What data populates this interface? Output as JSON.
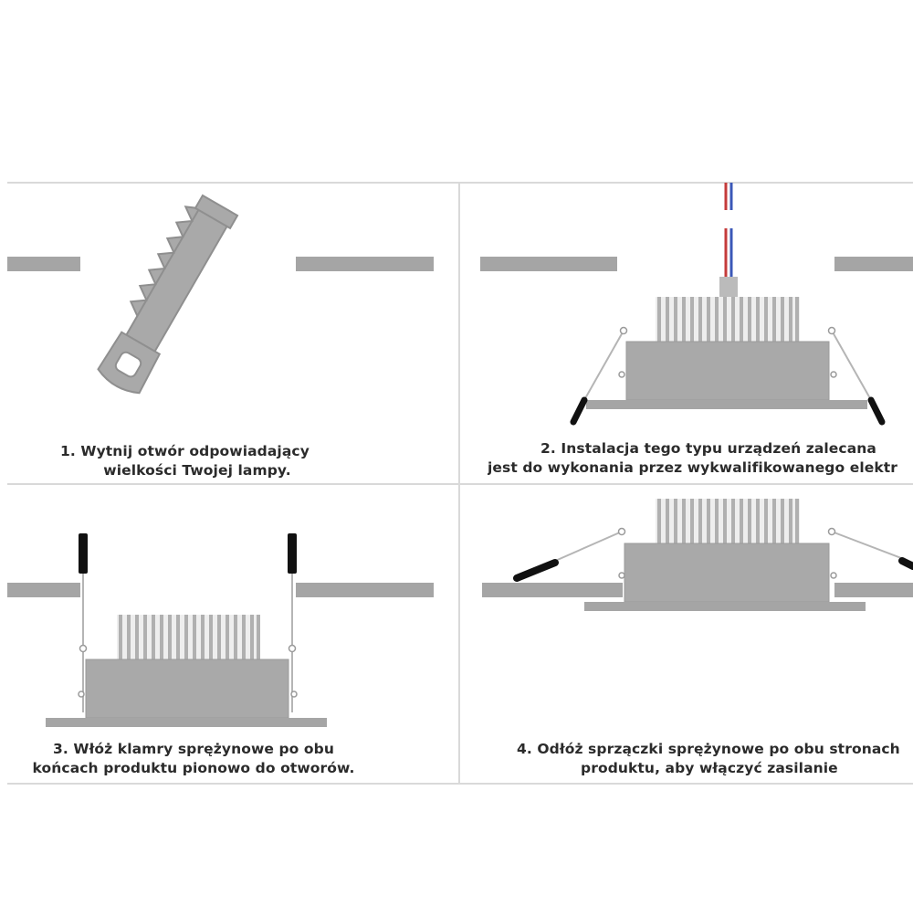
{
  "steps": [
    {
      "line1": "1.   Wytnij otwór odpowiadający",
      "line2": "wielkości Twojej lampy."
    },
    {
      "line1": "2. Instalacja tego typu urządzeń zalecana",
      "line2": "jest do wykonania przez wykwalifikowanego elektr"
    },
    {
      "line1": "3. Włóż klamry sprężynowe po obu",
      "line2": "końcach produktu pionowo do otworów."
    },
    {
      "line1": "4. Odłóż sprzączki sprężynowe po obu stronach",
      "line2": "produktu, aby włączyć zasilanie"
    }
  ],
  "colors": {
    "frame": "#d9d9d9",
    "ceiling": "#a5a5a5",
    "lamp": "#a9a9a9",
    "fins": "#b9b9b9",
    "clip": "#111111",
    "wire_red": "#c43b3b",
    "wire_blue": "#3b58b8"
  }
}
